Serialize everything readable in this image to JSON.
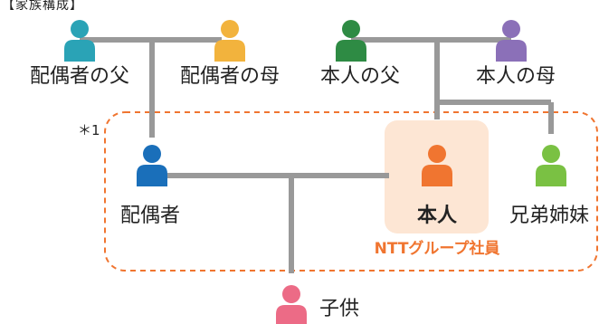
{
  "header_partial": "【家族構成】",
  "note_marker": "＊1",
  "group_label": "NTTグループ社員",
  "people": [
    {
      "id": "spouse-father",
      "label": "配偶者の父",
      "color": "#2aa3b6"
    },
    {
      "id": "spouse-mother",
      "label": "配偶者の母",
      "color": "#f2b33d"
    },
    {
      "id": "self-father",
      "label": "本人の父",
      "color": "#2e8b44"
    },
    {
      "id": "self-mother",
      "label": "本人の母",
      "color": "#8b70b8"
    },
    {
      "id": "spouse",
      "label": "配偶者",
      "color": "#1a6fba"
    },
    {
      "id": "self",
      "label": "本人",
      "color": "#f07530"
    },
    {
      "id": "sibling",
      "label": "兄弟姉妹",
      "color": "#7ac143"
    },
    {
      "id": "child",
      "label": "子供",
      "color": "#ec6b86"
    }
  ],
  "colors": {
    "line": "#999999",
    "accent": "#f07530",
    "self_highlight": "#fde6d4",
    "dashed_border": "#f07530"
  }
}
